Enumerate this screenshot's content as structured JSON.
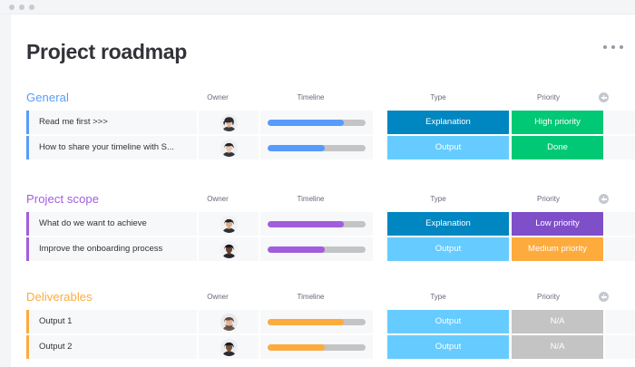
{
  "window": {
    "traffic_lights": [
      "dot-1",
      "dot-2",
      "dot-3"
    ],
    "chrome_color": "#f4f5f7"
  },
  "header": {
    "title": "Project roadmap",
    "menu_icon": "kebab-menu-icon"
  },
  "columns": {
    "owner": "Owner",
    "timeline": "Timeline",
    "type": "Type",
    "priority": "Priority",
    "add_icon": "plus-circle-icon"
  },
  "colors": {
    "blue": "#579bfc",
    "purple": "#a25ddc",
    "orange": "#fdab3d",
    "dark_blue": "#0086c0",
    "light_blue": "#66ccff",
    "green": "#00c875",
    "purple_chip": "#7e4fc9",
    "orange_chip": "#fdab3d",
    "gray_chip": "#c4c4c4",
    "track_gray": "#c4c4c4",
    "row_bg": "#f7f8f9",
    "text": "#323338",
    "muted_text": "#676879"
  },
  "groups": [
    {
      "title": "General",
      "color": "#579bfc",
      "rows": [
        {
          "name": "Read me first >>>",
          "owner_avatar": "avatar-woman-dark-hair",
          "timeline_percent": 78,
          "timeline_color": "#579bfc",
          "type": "Explanation",
          "type_color": "#0086c0",
          "priority": "High priority",
          "priority_color": "#00c875"
        },
        {
          "name": "How to share your timeline with S...",
          "owner_avatar": "avatar-man-dark-hair",
          "timeline_percent": 58,
          "timeline_color": "#579bfc",
          "type": "Output",
          "type_color": "#66ccff",
          "priority": "Done",
          "priority_color": "#00c875"
        }
      ]
    },
    {
      "title": "Project scope",
      "color": "#a25ddc",
      "rows": [
        {
          "name": "What do we want to achieve",
          "owner_avatar": "avatar-woman-short-hair",
          "timeline_percent": 78,
          "timeline_color": "#a25ddc",
          "type": "Explanation",
          "type_color": "#0086c0",
          "priority": "Low priority",
          "priority_color": "#7e4fc9"
        },
        {
          "name": "Improve the onboarding process",
          "owner_avatar": "avatar-person-dark-skin",
          "timeline_percent": 58,
          "timeline_color": "#a25ddc",
          "type": "Output",
          "type_color": "#66ccff",
          "priority": "Medium priority",
          "priority_color": "#fdab3d"
        }
      ]
    },
    {
      "title": "Deliverables",
      "color": "#fdab3d",
      "rows": [
        {
          "name": "Output 1",
          "owner_avatar": "avatar-man-beard",
          "timeline_percent": 78,
          "timeline_color": "#fdab3d",
          "type": "Output",
          "type_color": "#66ccff",
          "priority": "N/A",
          "priority_color": "#c4c4c4"
        },
        {
          "name": "Output 2",
          "owner_avatar": "avatar-man-short-hair",
          "timeline_percent": 58,
          "timeline_color": "#fdab3d",
          "type": "Output",
          "type_color": "#66ccff",
          "priority": "N/A",
          "priority_color": "#c4c4c4"
        }
      ]
    }
  ]
}
